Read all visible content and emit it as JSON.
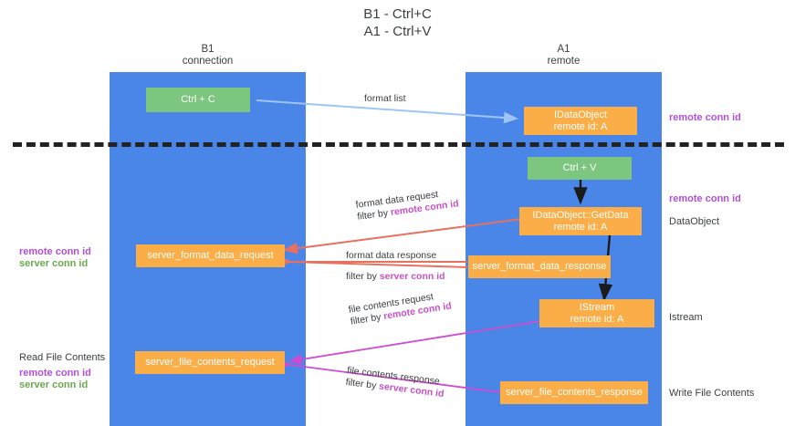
{
  "title": {
    "line1": "B1 - Ctrl+C",
    "line2": "A1 - Ctrl+V"
  },
  "columns": [
    {
      "id": "b1",
      "name": "B1",
      "sub": "connection"
    },
    {
      "id": "a1",
      "name": "A1",
      "sub": "remote"
    }
  ],
  "nodes": {
    "ctrl_c": "Ctrl + C",
    "ctrl_v": "Ctrl + V",
    "idataobject": {
      "line1": "IDataObject",
      "line2": "remote id: A"
    },
    "getdata": {
      "line1": "IDataObject::GetData",
      "line2": "remote id: A"
    },
    "istream": {
      "line1": "IStream",
      "line2": "remote id: A"
    },
    "server_format_data_request": "server_format_data_request",
    "server_format_data_response": "server_format_data_response",
    "server_file_contents_request": "server_file_contents_request",
    "server_file_contents_response": "server_file_contents_response"
  },
  "edges": {
    "format_list": "format list",
    "format_data_request": "format data request",
    "format_data_request_filter_prefix": "filter by ",
    "format_data_request_filter_key": "remote conn id",
    "format_data_response": "format data response",
    "format_data_response_filter_prefix": "filter by ",
    "format_data_response_filter_key": "server conn id",
    "file_contents_request": "file contents request",
    "file_contents_request_filter_prefix": "filter by ",
    "file_contents_request_filter_key": "remote conn id",
    "file_contents_response": "file contents response",
    "file_contents_response_filter_prefix": "filter by ",
    "file_contents_response_filter_key": "server conn id"
  },
  "annotations": {
    "right_remote_conn_top": "remote conn id",
    "right_remote_conn_mid": "remote conn id",
    "right_dataobject": "DataObject",
    "right_istream": "Istream",
    "right_write_file": "Write File Contents",
    "left_remote_conn": "remote conn id",
    "left_server_conn": "server conn id",
    "left_read_file": "Read File Contents",
    "left_remote_conn2": "remote conn id",
    "left_server_conn2": "server conn id"
  },
  "colors": {
    "lane": "#4a86e8",
    "green_node": "#7dc67f",
    "orange_node": "#fbae48",
    "purple": "#b14fd8",
    "green_text": "#6aa84f",
    "red_arrow": "#e8705f",
    "magenta_arrow": "#cf4bcf",
    "blue_arrow": "#9fc5f8",
    "divider": "#222222"
  }
}
